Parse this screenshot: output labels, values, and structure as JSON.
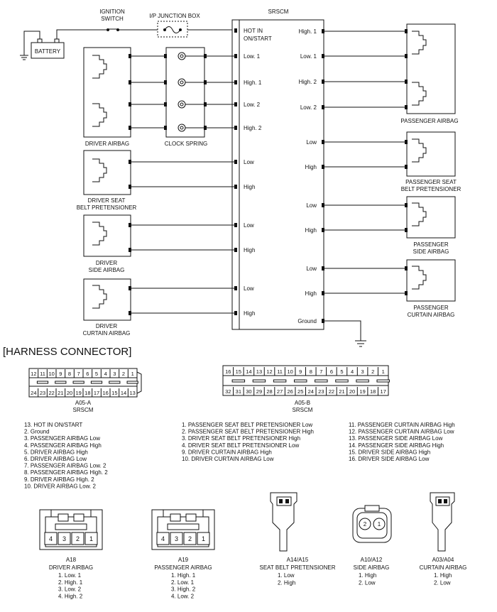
{
  "top": {
    "ignition_line1": "IGNITION",
    "ignition_line2": "SWITCH",
    "junction_box": "I/P JUNCTION BOX",
    "battery": "BATTERY",
    "srscm": "SRSCM"
  },
  "srscm_left_pins": [
    "HOT IN",
    "ON/START",
    "Low. 1",
    "High. 1",
    "Low. 2",
    "High. 2",
    "Low",
    "High",
    "Low",
    "High",
    "Low",
    "High"
  ],
  "srscm_right_pins": [
    "High. 1",
    "Low. 1",
    "High. 2",
    "Low. 2",
    "Low",
    "High",
    "Low",
    "High",
    "Low",
    "High",
    "Ground"
  ],
  "components": {
    "driver_airbag": "DRIVER AIRBAG",
    "clock_spring": "CLOCK SPRING",
    "driver_seat_belt_1": "DRIVER SEAT",
    "driver_seat_belt_2": "BELT PRETENSIONER",
    "driver_side_1": "DRIVER",
    "driver_side_2": "SIDE AIRBAG",
    "driver_curtain_1": "DRIVER",
    "driver_curtain_2": "CURTAIN AIRBAG",
    "passenger_airbag": "PASSENGER AIRBAG",
    "passenger_seat_1": "PASSENGER SEAT",
    "passenger_seat_2": "BELT PRETENSIONER",
    "passenger_side_1": "PASSENGER",
    "passenger_side_2": "SIDE AIRBAG",
    "passenger_curtain_1": "PASSENGER",
    "passenger_curtain_2": "CURTAIN AIRBAG"
  },
  "harness_title": "[HARNESS CONNECTOR]",
  "a05a": {
    "top_pins": [
      "12",
      "11",
      "10",
      "9",
      "8",
      "7",
      "6",
      "5",
      "4",
      "3",
      "2",
      "1"
    ],
    "bottom_pins": [
      "24",
      "23",
      "22",
      "21",
      "20",
      "19",
      "18",
      "17",
      "16",
      "15",
      "14",
      "13"
    ],
    "name": "A05-A",
    "sub": "SRSCM",
    "pins": [
      "13. HOT IN ON/START",
      "2. Ground",
      "3. PASSENGER AIRBAG Low",
      "4. PASSENGER AIRBAG High",
      "5. DRIVER AIRBAG High",
      "6. DRIVER AIRBAG Low",
      "7. PASSENGER AIRBAG Low. 2",
      "8. PASSENGER AIRBAG High. 2",
      "9. DRIVER AIRBAG High. 2",
      "10. DRIVER AIRBAG Low. 2"
    ]
  },
  "a05b": {
    "top_pins": [
      "16",
      "15",
      "14",
      "13",
      "12",
      "11",
      "10",
      "9",
      "8",
      "7",
      "6",
      "5",
      "4",
      "3",
      "2",
      "1"
    ],
    "bottom_pins": [
      "32",
      "31",
      "30",
      "29",
      "28",
      "27",
      "26",
      "25",
      "24",
      "23",
      "22",
      "21",
      "20",
      "19",
      "18",
      "17"
    ],
    "name": "A05-B",
    "sub": "SRSCM",
    "pins_left": [
      "1. PASSENGER SEAT BELT PRETENSIONER Low",
      "2. PASSENGER SEAT BELT PRETENSIONER High",
      "3. DRIVER SEAT BELT PRETENSIONER High",
      "4. DRIVER SEAT BELT PRETENSIONER Low",
      "9. DRIVER CURTAIN AIRBAG High",
      "10. DRIVER CURTAIN AIRBAG Low"
    ],
    "pins_right": [
      "11. PASSENGER CURTAIN AIRBAG High",
      "12. PASSENGER CURTAIN AIRBAG Low",
      "13. PASSENGER SIDE AIRBAG Low",
      "14. PASSENGER SIDE AIRBAG High",
      "15. DRIVER SIDE AIRBAG High",
      "16. DRIVER SIDE AIRBAG Low"
    ]
  },
  "a18": {
    "cells": [
      "4",
      "3",
      "2",
      "1"
    ],
    "name": "A18",
    "sub": "DRIVER AIRBAG",
    "pins": [
      "1. Low. 1",
      "2. High. 1",
      "3. Low. 2",
      "4. High. 2"
    ]
  },
  "a19": {
    "cells": [
      "4",
      "3",
      "2",
      "1"
    ],
    "name": "A19",
    "sub": "PASSENGER AIRBAG",
    "pins": [
      "1. High. 1",
      "2. Low. 1",
      "3. High. 2",
      "4. Low. 2"
    ]
  },
  "a14": {
    "name": "A14/A15",
    "sub": "SEAT BELT PRETENSIONER",
    "pins": [
      "1. Low",
      "2. High"
    ]
  },
  "a10": {
    "cells": [
      "2",
      "1"
    ],
    "name": "A10/A12",
    "sub": "SIDE AIRBAG",
    "pins": [
      "1. High",
      "2. Low"
    ]
  },
  "a03": {
    "name": "A03/A04",
    "sub": "CURTAIN AIRBAG",
    "pins": [
      "1. High",
      "2. Low"
    ]
  }
}
